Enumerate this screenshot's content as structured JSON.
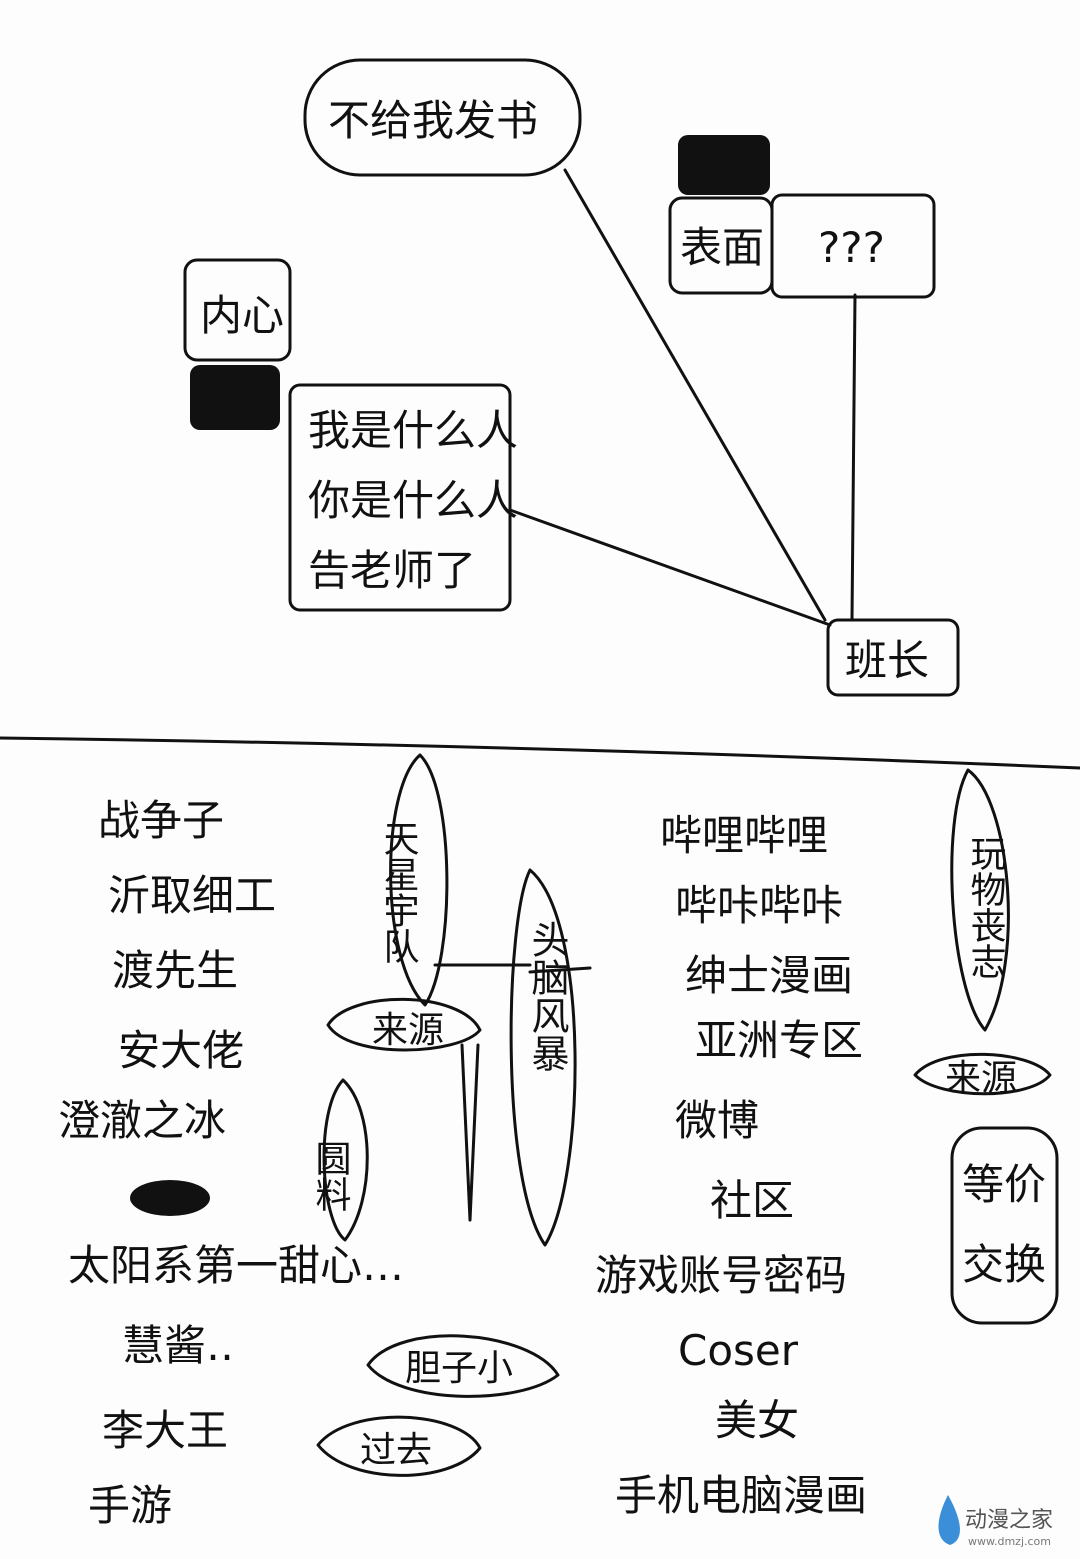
{
  "top": {
    "bubble": "不给我发书",
    "surface_label": "表面",
    "surface_box": "???",
    "inner_label": "内心",
    "inner_lines": [
      "我是什么人",
      "你是什么人",
      "告老师了"
    ],
    "center": "班长"
  },
  "bottom": {
    "left_list": [
      "战争子",
      "沂取细工",
      "渡先生",
      "安大佬",
      "澄澈之冰",
      "太阳系第一甜心…",
      "慧酱‥",
      "李大王",
      "手游"
    ],
    "vertical_bubble_left": "天星宇队",
    "source_bubble_left": "来源",
    "small_bubble": "圆料",
    "center_bubble": "头脑风暴",
    "bubble_small": "胆子小",
    "bubble_past": "过去",
    "right_list": [
      "哔哩哔哩",
      "哔咔哔咔",
      "绅士漫画",
      "亚洲专区",
      "微博",
      "社区",
      "游戏账号密码",
      "Coser",
      "美女",
      "手机电脑漫画"
    ],
    "vertical_bubble_right": "玩物丧志",
    "source_bubble_right": "来源",
    "right_box": "等价交换"
  },
  "watermark": {
    "text": "动漫之家",
    "url": "www.dmzj.com",
    "color": "#3a8fd8"
  }
}
